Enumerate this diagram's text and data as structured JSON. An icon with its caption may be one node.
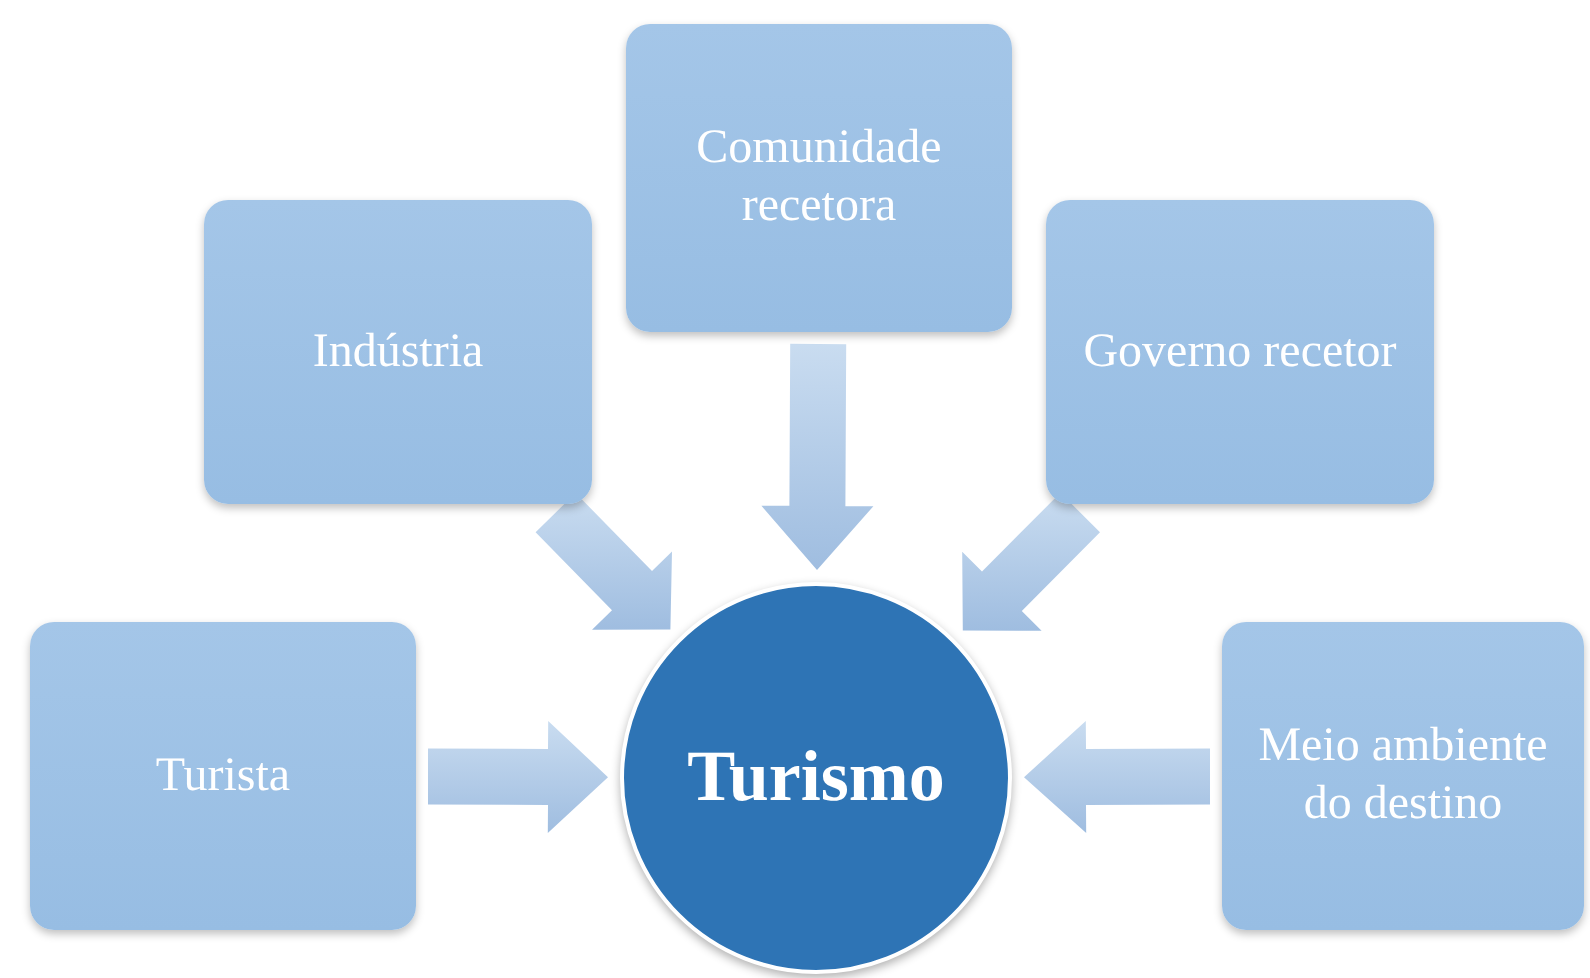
{
  "diagram": {
    "nodes": [
      {
        "text": [
          "Comunidade recetora"
        ]
      },
      {
        "text": [
          "Indústria"
        ]
      },
      {
        "text": [
          "Governo recetor"
        ]
      },
      {
        "text": [
          "Turista"
        ]
      },
      {
        "text": [
          "Turismo"
        ]
      },
      {
        "text": [
          "Meio ambiente do destino"
        ]
      }
    ],
    "edges": [
      {
        "from": 0,
        "to": 4,
        "arrow": "to"
      },
      {
        "from": 1,
        "to": 4,
        "arrow": "to"
      },
      {
        "from": 2,
        "to": 4,
        "arrow": "to"
      },
      {
        "from": 3,
        "to": 4,
        "arrow": "to"
      },
      {
        "from": 5,
        "to": 4,
        "arrow": "to"
      }
    ]
  }
}
